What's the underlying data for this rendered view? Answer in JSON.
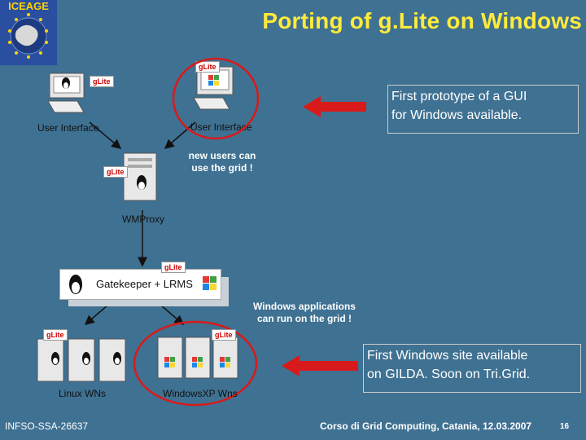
{
  "logo_text": "ICEAGE",
  "title": "Porting of g.Lite on Windows",
  "labels": {
    "ui_left": "User Interface",
    "ui_right": "User Interface",
    "wmproxy": "WMProxy",
    "gatekeeper": "Gatekeeper + LRMS",
    "linux_wns": "Linux WNs",
    "winxp_wns": "WindowsXP Wns",
    "glite": "gLite"
  },
  "notes": {
    "new_users": "new users can\nuse the grid !",
    "win_apps": "Windows applications\ncan run on the grid !"
  },
  "callouts": {
    "gui": "First prototype of a GUI\nfor Windows available.",
    "site": "First Windows site available\non GILDA. Soon on Tri.Grid."
  },
  "footer": {
    "left": "INFSO-SSA-26637",
    "right": "Corso di Grid Computing, Catania, 12.03.2007",
    "page": "16"
  },
  "colors": {
    "background": "#3f7192",
    "title": "#ffeb3b",
    "highlight_circle": "#d91a1a",
    "arrow": "#d91a1a"
  }
}
